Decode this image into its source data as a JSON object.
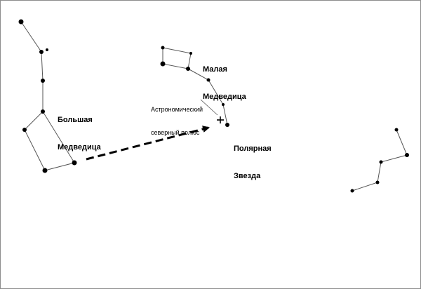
{
  "labels": {
    "big_dipper": [
      "Большая",
      "Медведица"
    ],
    "little_dipper": [
      "Малая",
      "Медведица"
    ],
    "celestial_pole": [
      "Астрономический",
      "северный полюс"
    ],
    "polaris": [
      "Полярная",
      "Звезда"
    ]
  },
  "colors": {
    "ink": "#000000",
    "line": "#555555",
    "frame": "#8c8c8c",
    "background": "#ffffff"
  },
  "icons": {
    "pole_marker": "plus-icon",
    "pointer_arrow": "arrow-right-icon"
  }
}
